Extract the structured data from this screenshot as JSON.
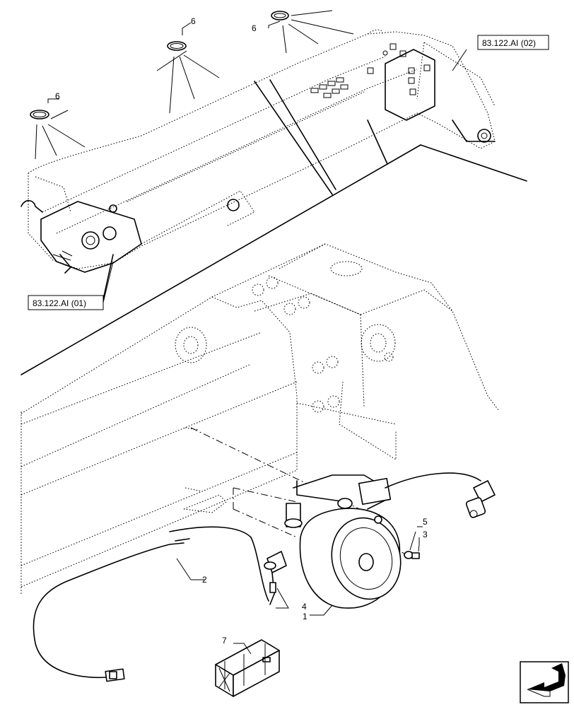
{
  "references": {
    "boom_tip": "83.122.AI (02)",
    "boom_base": "83.122.AI (01)"
  },
  "callouts": {
    "reel": "1",
    "hose": "2",
    "bolt": "3",
    "connector": "4",
    "washer": "5",
    "clip": "6",
    "kit": "7"
  },
  "icons": {
    "nav": "next-page-arrow-icon"
  }
}
